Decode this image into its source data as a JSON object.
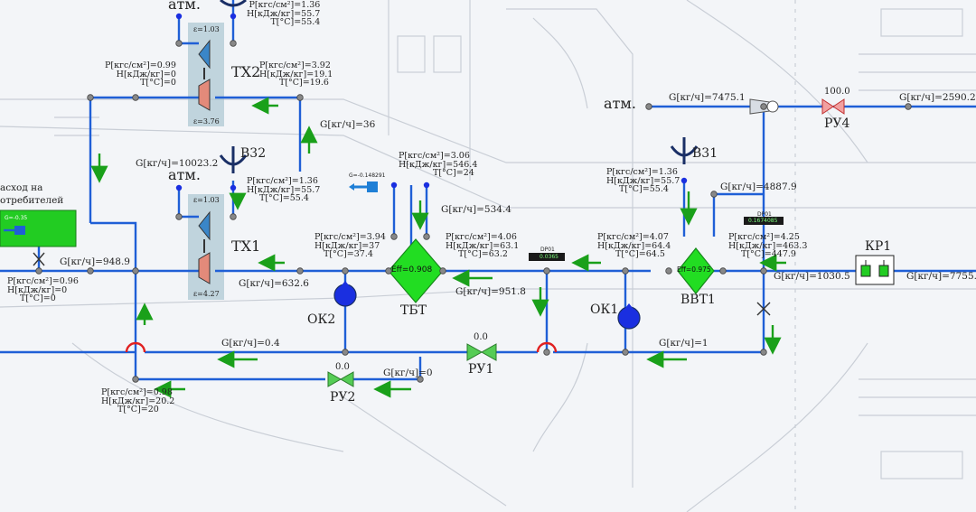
{
  "labels": {
    "atm1": "атм.",
    "atm2": "атм.",
    "atm3": "атм.",
    "tx2": "ТХ2",
    "tx1": "ТХ1",
    "v32": "В32",
    "v31": "В31",
    "ok2": "ОК2",
    "ok1": "ОК1",
    "tbt": "ТБТ",
    "vvt1": "ВВТ1",
    "kr1": "КР1",
    "ru1": "РУ1",
    "ru2": "РУ2",
    "ru4": "РУ4",
    "consumer_line1": "асход на",
    "consumer_line2": "отребителей"
  },
  "values": {
    "eps_tx2_top": "ε=1.03",
    "eps_tx2_bot": "ε=3.76",
    "eps_tx1_top": "ε=1.03",
    "eps_tx1_bot": "ε=4.27",
    "eff_tbt": "Eff=0.908",
    "eff_vvt1": "Eff=0.975",
    "ru1_pos": "0.0",
    "ru2_pos": "0.0",
    "ru4_pos": "100.0",
    "g_consumer": "G=-0.35",
    "g_small": "G=-0.148291",
    "dp01_vvt": "DP01",
    "dp01_vvt_val": "0.1674085",
    "dp01_tbt": "DP01",
    "dp01_tbt_val": "0.0365"
  },
  "states": {
    "s_top": {
      "p": "P[кгс/см²]=1.36",
      "h": "H[кДж/кг]=55.7",
      "t": "T[°C]=55.4"
    },
    "s_tx2_left": {
      "p": "P[кгс/см²]=0.99",
      "h": "H[кДж/кг]=0",
      "t": "T[°C]=0"
    },
    "s_tx2_right": {
      "p": "P[кгс/см²]=3.92",
      "h": "H[кДж/кг]=19.1",
      "t": "T[°C]=19.6"
    },
    "s_v32": {
      "p": "P[кгс/см²]=1.36",
      "h": "H[кДж/кг]=55.7",
      "t": "T[°C]=55.4"
    },
    "s_tbt_top": {
      "p": "P[кгс/см²]=3.06",
      "h": "H[кДж/кг]=546.4",
      "t": "T[°C]=24"
    },
    "s_v31": {
      "p": "P[кгс/см²]=1.36",
      "h": "H[кДж/кг]=55.7",
      "t": "T[°C]=55.4"
    },
    "s_tx1_right": {
      "p": "P[кгс/см²]=3.94",
      "h": "H[кДж/кг]=37",
      "t": "T[°C]=37.4"
    },
    "s_tbt_right": {
      "p": "P[кгс/см²]=4.06",
      "h": "H[кДж/кг]=63.1",
      "t": "T[°C]=63.2"
    },
    "s_vvt_left": {
      "p": "P[кгс/см²]=4.07",
      "h": "H[кДж/кг]=64.4",
      "t": "T[°C]=64.5"
    },
    "s_vvt_right": {
      "p": "P[кгс/см²]=4.25",
      "h": "H[кДж/кг]=463.3",
      "t": "T[°C]=447.9"
    },
    "s_consumer": {
      "p": "P[кгс/см²]=0.96",
      "h": "H[кДж/кг]=0",
      "t": "T[°C]=0"
    },
    "s_bottom": {
      "p": "P[кгс/см²]=0.98",
      "h": "H[кДж/кг]=20.2",
      "t": "T[°C]=20"
    }
  },
  "flows": {
    "f_7475": "G[кг/ч]=7475.1",
    "f_2590": "G[кг/ч]=2590.2",
    "f_36": "G[кг/ч]=36",
    "f_10023": "G[кг/ч]=10023.2",
    "f_4887": "G[кг/ч]=4887.9",
    "f_534": "G[кг/ч]=534.4",
    "f_948": "G[кг/ч]=948.9",
    "f_1030": "G[кг/ч]=1030.5",
    "f_7755": "G[кг/ч]=7755.",
    "f_632": "G[кг/ч]=632.6",
    "f_951": "G[кг/ч]=951.8",
    "f_04": "G[кг/ч]=0.4",
    "f_1": "G[кг/ч]=1",
    "f_0": "G[кг/ч]=0"
  },
  "colors": {
    "pipe": "#1f5fd6",
    "arrow": "#1aa01a",
    "hx": "#22dd22",
    "compressor_box": "#a9c6d1",
    "background": "#f3f5f8"
  }
}
